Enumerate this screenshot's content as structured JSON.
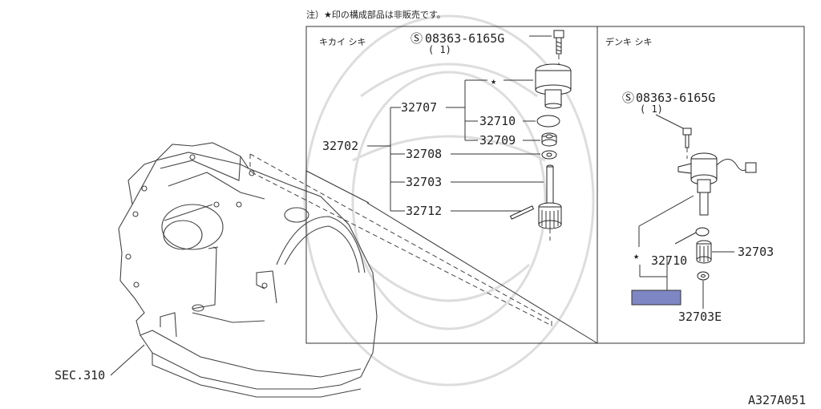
{
  "note": "注）★印の構成部品は非販売です。",
  "mechanical": {
    "title": "キカイ シキ",
    "bolt_part": "08363-6165G",
    "bolt_qty": "( 1)",
    "parts": {
      "assembly": "32702",
      "sub": "32707",
      "p32710": "32710",
      "p32709": "32709",
      "p32708": "32708",
      "p32703": "32703",
      "p32712": "32712"
    }
  },
  "electric": {
    "title": "デンキ シキ",
    "bolt_part": "08363-6165G",
    "bolt_qty": "( 1)",
    "parts": {
      "p32710": "32710",
      "p32703": "32703",
      "p32703E": "32703E"
    },
    "highlight_color": "#7f86c4"
  },
  "section_ref": "SEC.310",
  "figure_id": "A327A051",
  "icons": {
    "star": "★",
    "standard_part": "Ⓢ"
  }
}
